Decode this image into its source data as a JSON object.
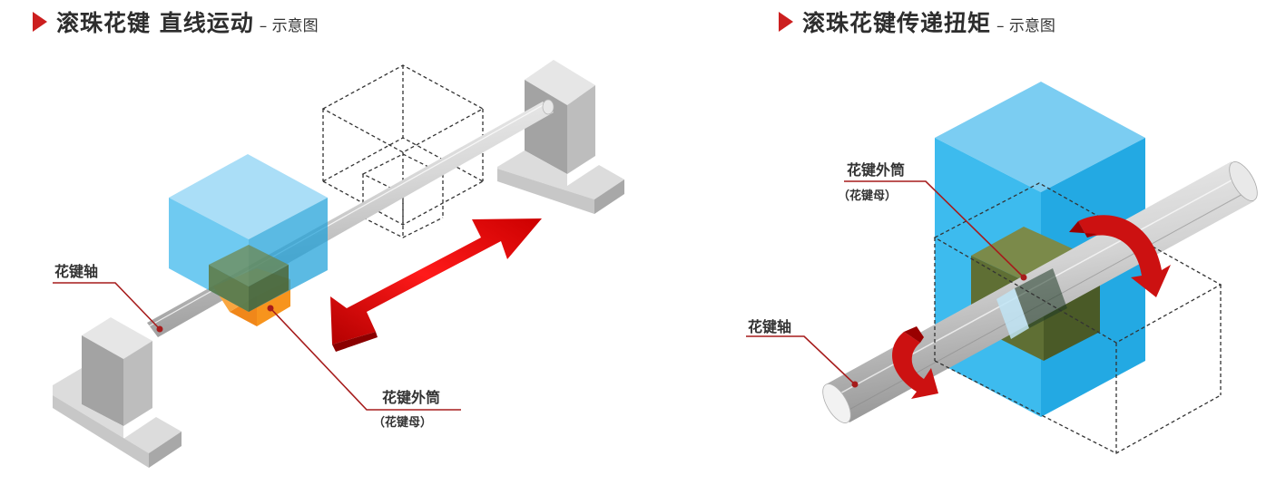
{
  "left": {
    "title": "滚珠花键 直线运动",
    "subtitle": "– 示意图",
    "shaft_label": "花键轴",
    "nut_label": "花键外筒",
    "nut_sublabel": "（花键母）"
  },
  "right": {
    "title": "滚珠花键传递扭矩",
    "subtitle": "– 示意图",
    "nut_label": "花键外筒",
    "nut_sublabel": "（花键母）",
    "shaft_label": "花键轴"
  },
  "colors": {
    "accent_red": "#cc1f1f",
    "cube_blue": "#37b6ec",
    "nut_orange": "#f7941d",
    "nut_olive": "#6b7a3a",
    "support_gray": "#bdbdbd",
    "shaft_gray": "#d6d6d6"
  }
}
